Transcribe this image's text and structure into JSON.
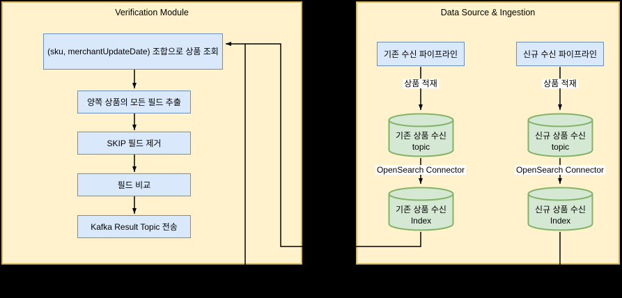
{
  "colors": {
    "canvas_bg": "#000000",
    "panel_fill": "#FFF2CC",
    "panel_border": "#D6B656",
    "box_fill": "#DAE8FC",
    "box_border": "#6C8EBF",
    "cylinder_fill": "#D5E8D4",
    "cylinder_border": "#82B366",
    "line_color": "#000000",
    "edge_label_bg": "#FFFFFF"
  },
  "verification_module": {
    "title": "Verification Module",
    "steps": [
      "(sku, merchantUpdateDate) 조합으로 상품 조회",
      "양쪽 상품의 모든 필드 추출",
      "SKIP 필드 제거",
      "필드 비교",
      "Kafka Result Topic 전송"
    ]
  },
  "data_source": {
    "title": "Data Source & Ingestion",
    "pipelines": [
      {
        "name": "기존 수신 파이프라인",
        "load_label": "상품 적재",
        "topic_line1": "기존 상품 수신",
        "topic_line2": "topic",
        "connector_label": "OpenSearch Connector",
        "index_line1": "기존 상품 수신",
        "index_line2": "Index"
      },
      {
        "name": "신규 수신 파이프라인",
        "load_label": "상품 적재",
        "topic_line1": "신규 상품 수신",
        "topic_line2": "topic",
        "connector_label": "OpenSearch Connector",
        "index_line1": "신규 상품 수신",
        "index_line2": "Index"
      }
    ]
  }
}
